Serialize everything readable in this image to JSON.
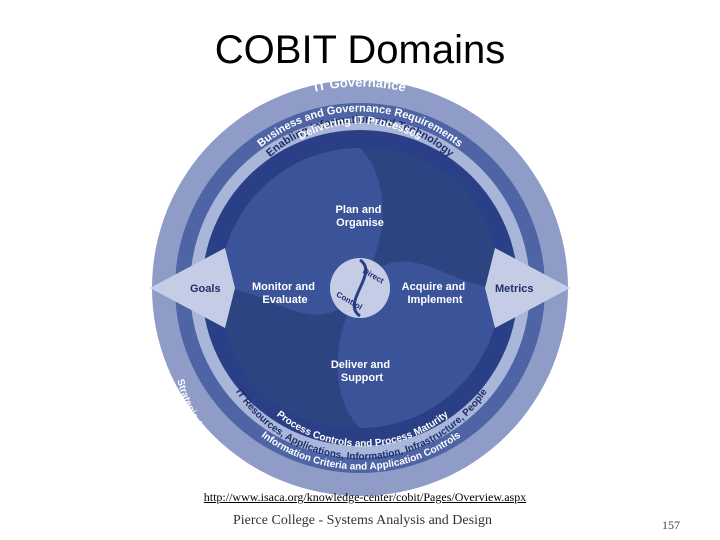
{
  "slide": {
    "title": "COBIT Domains",
    "source_link": "http://www.isaca.org/knowledge-center/cobit/Pages/Overview.aspx",
    "footer": "Pierce College - Systems Analysis and Design",
    "page_number": "157"
  },
  "diagram": {
    "outer_ring_label": "IT Governance",
    "top_arcs": [
      "Business and Governance Requirements",
      "Enabling Information and Technology",
      "Delivering IT Processes"
    ],
    "left_label": "Goals",
    "right_label": "Metrics",
    "left_arc": "Strategic Alignment, Value Delivery, Risk Management, Resource Management, Performance Measurement",
    "bottom_arcs": [
      "Process Controls and Process Maturity",
      "IT Resources, Applications, Information, Infrastructure, People",
      "Information Criteria and Application Controls"
    ],
    "domains": {
      "plan": [
        "Plan and",
        "Organise"
      ],
      "acquire": [
        "Acquire and",
        "Implement"
      ],
      "deliver": [
        "Deliver and",
        "Support"
      ],
      "monitor": [
        "Monitor and",
        "Evaluate"
      ]
    },
    "center": {
      "top": "Direct",
      "bottom": "Control"
    },
    "colors": {
      "outer": "#8e9cc7",
      "ring2": "#4e64a4",
      "ring3": "#a9b6d9",
      "ring4": "#2b3f86",
      "inner_light": "#3a5399",
      "inner_dark": "#243773"
    }
  }
}
